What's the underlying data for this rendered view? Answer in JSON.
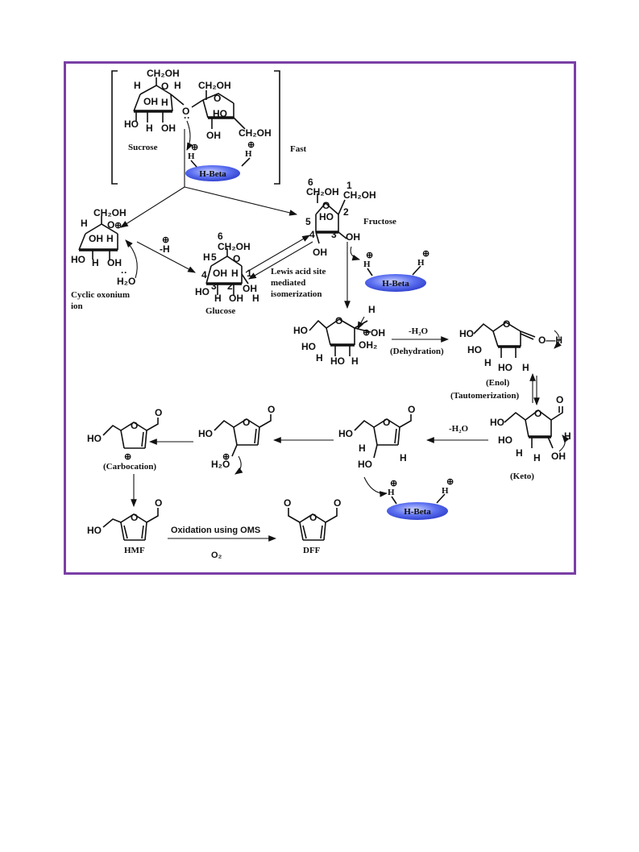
{
  "colors": {
    "frame": "#7a3fa6",
    "catalyst_fill": "#4a5fe0"
  },
  "sucrose": {
    "label": "Sucrose",
    "ch2oh_a": "CH₂OH",
    "ch2oh_b": "CH₂OH",
    "ch2oh_c": "CH₂OH",
    "h": "H",
    "o": "O",
    "oh": "OH",
    "ho": "HO"
  },
  "fast": "Fast",
  "catalyst_label": "H-Beta",
  "proton_h": "H",
  "fructose": {
    "label": "Fructose",
    "n1": "1",
    "n2": "2",
    "n3": "3",
    "n4": "4",
    "n5": "5",
    "n6": "6",
    "ch2oh": "CH₂OH",
    "ho": "HO",
    "oh": "OH",
    "o": "O"
  },
  "oxonium": {
    "label_1": "Cyclic oxonium",
    "label_2": "ion",
    "water": "H₂O",
    "ch2oh": "CH₂OH"
  },
  "minus_h": "-H",
  "glucose": {
    "label": "Glucose",
    "n1": "1",
    "n2": "2",
    "n3": "3",
    "n4": "4",
    "n5": "5",
    "n6": "6",
    "ch2oh": "CH₂OH",
    "ho": "HO",
    "oh": "OH",
    "h": "H",
    "o": "O"
  },
  "lewis": {
    "line1": "Lewis acid site",
    "line2": "mediated",
    "line3": "isomerization"
  },
  "dehydration": {
    "reagent": "-H₂O",
    "label": "(Dehydration)",
    "oh2": "OH₂"
  },
  "enol": {
    "label": "(Enol)",
    "tautomer": "(Tautomerization)"
  },
  "keto": {
    "label": "(Keto)"
  },
  "minus_h2o": "-H₂O",
  "carbocation": {
    "label": "(Carbocation)",
    "water": "H₂O"
  },
  "hmf": {
    "label": "HMF",
    "ho": "HO",
    "o": "O"
  },
  "oxidation": {
    "label": "Oxidation using OMS",
    "reagent": "O₂"
  },
  "dff": {
    "label": "DFF",
    "o": "O"
  },
  "plus": "⊕"
}
